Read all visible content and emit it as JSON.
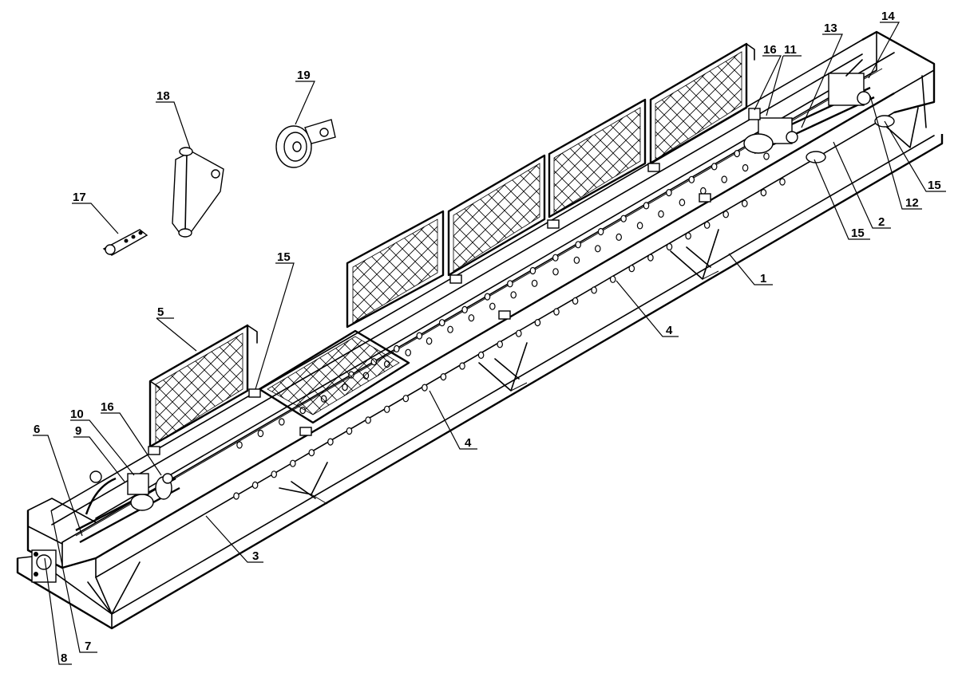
{
  "callouts": [
    {
      "id": "c1",
      "text": "1"
    },
    {
      "id": "c2",
      "text": "2"
    },
    {
      "id": "c3",
      "text": "3"
    },
    {
      "id": "c4a",
      "text": "4"
    },
    {
      "id": "c4b",
      "text": "4"
    },
    {
      "id": "c5",
      "text": "5"
    },
    {
      "id": "c6",
      "text": "6"
    },
    {
      "id": "c7",
      "text": "7"
    },
    {
      "id": "c8",
      "text": "8"
    },
    {
      "id": "c9",
      "text": "9"
    },
    {
      "id": "c10",
      "text": "10"
    },
    {
      "id": "c11",
      "text": "11"
    },
    {
      "id": "c12",
      "text": "12"
    },
    {
      "id": "c13",
      "text": "13"
    },
    {
      "id": "c14",
      "text": "14"
    },
    {
      "id": "c15a",
      "text": "15"
    },
    {
      "id": "c15b",
      "text": "15"
    },
    {
      "id": "c15c",
      "text": "15"
    },
    {
      "id": "c16a",
      "text": "16"
    },
    {
      "id": "c16b",
      "text": "16"
    },
    {
      "id": "c17",
      "text": "17"
    },
    {
      "id": "c18",
      "text": "18"
    },
    {
      "id": "c19",
      "text": "19"
    }
  ]
}
